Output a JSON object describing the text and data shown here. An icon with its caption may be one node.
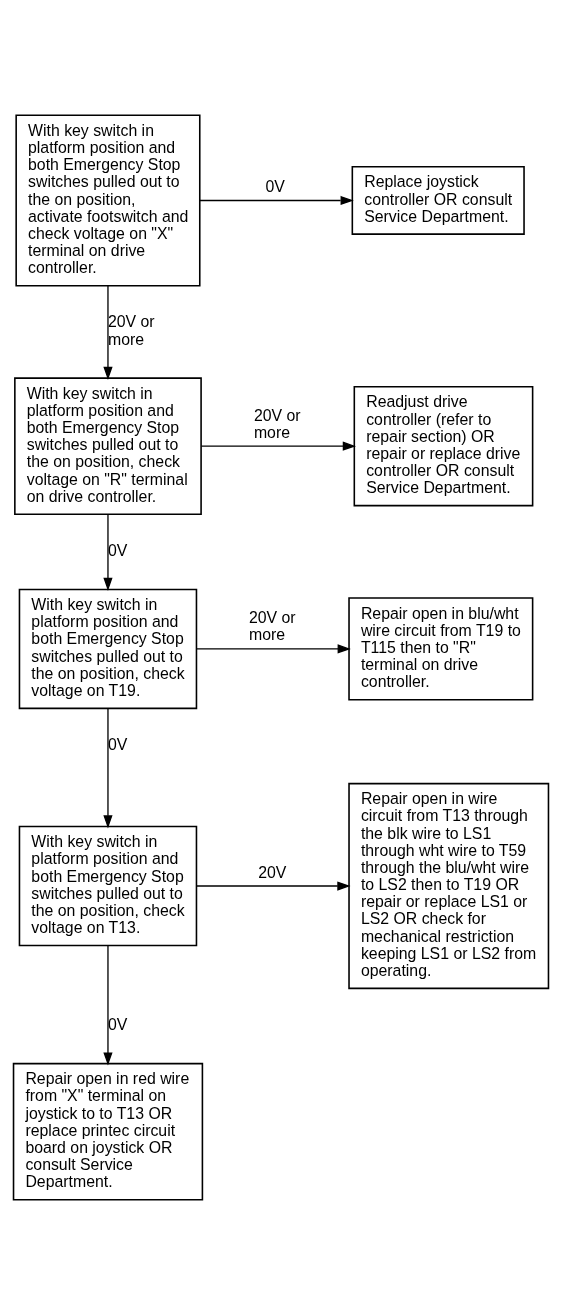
{
  "diagram": {
    "nodes": [
      {
        "text": [
          "With key switch in platform position and both Emergency Stop switches pulled out to the on position, activate footswitch and check voltage on \"X\" terminal on drive controller."
        ]
      },
      {
        "text": [
          "Replace joystick controller OR consult Service Department."
        ]
      },
      {
        "text": [
          "With key switch in platform position and both Emergency Stop switches pulled out to the on position, check voltage on \"R\" terminal on drive controller."
        ]
      },
      {
        "text": [
          "Readjust drive controller (refer to repair section) OR repair or replace drive controller OR consult Service Department."
        ]
      },
      {
        "text": [
          "With key switch in platform position and both Emergency Stop switches pulled out to the on position, check voltage on T19."
        ]
      },
      {
        "text": [
          "Repair open in blu/wht wire circuit from T19 to T115 then to \"R\" terminal on drive controller."
        ]
      },
      {
        "text": [
          "With key switch in platform position and both Emergency Stop switches pulled out to the on position, check voltage on T13."
        ]
      },
      {
        "text": [
          "Repair open in wire circuit from T13 through the blk wire to LS1 through wht wire to T59 through the blu/wht wire to LS2 then to T19 OR repair or replace LS1 or LS2 OR check for mechanical restriction keeping LS1 or LS2 from operating."
        ]
      },
      {
        "text": [
          "Repair open in red wire from \"X\" terminal on joystick to to T13 OR replace printec circuit board on joystick OR consult Service Department."
        ]
      }
    ],
    "edges": [
      {
        "from": 0,
        "to": 1,
        "arrow": "to",
        "label": "0V"
      },
      {
        "from": 0,
        "to": 2,
        "arrow": "to",
        "label": "20V or more"
      },
      {
        "from": 2,
        "to": 3,
        "arrow": "to",
        "label": "20V or more"
      },
      {
        "from": 2,
        "to": 4,
        "arrow": "to",
        "label": "0V"
      },
      {
        "from": 4,
        "to": 5,
        "arrow": "to",
        "label": "20V or more"
      },
      {
        "from": 4,
        "to": 6,
        "arrow": "to",
        "label": "0V"
      },
      {
        "from": 6,
        "to": 7,
        "arrow": "to",
        "label": "20V"
      },
      {
        "from": 6,
        "to": 8,
        "arrow": "to",
        "label": "0V"
      }
    ]
  }
}
